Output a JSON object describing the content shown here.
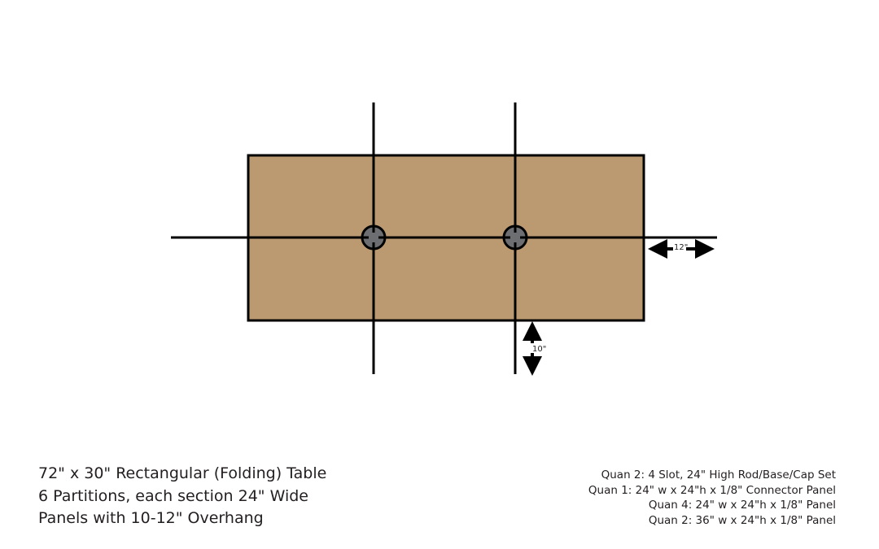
{
  "colors": {
    "table": "#bc9a71",
    "hub": "#6d6e71",
    "line": "#000000"
  },
  "dimensions": {
    "side_overhang": "12\"",
    "front_overhang": "10\""
  },
  "description_lines": [
    "72\" x 30\" Rectangular (Folding) Table",
    "6 Partitions, each section 24\" Wide",
    "Panels with 10-12\" Overhang"
  ],
  "parts_list": [
    "Quan 2: 4 Slot, 24\" High Rod/Base/Cap Set",
    "Quan 1: 24\" w x 24\"h x 1/8\" Connector Panel",
    "Quan 4: 24\" w x 24\"h x 1/8\" Panel",
    "Quan 2: 36\" w x 24\"h x 1/8\" Panel"
  ]
}
